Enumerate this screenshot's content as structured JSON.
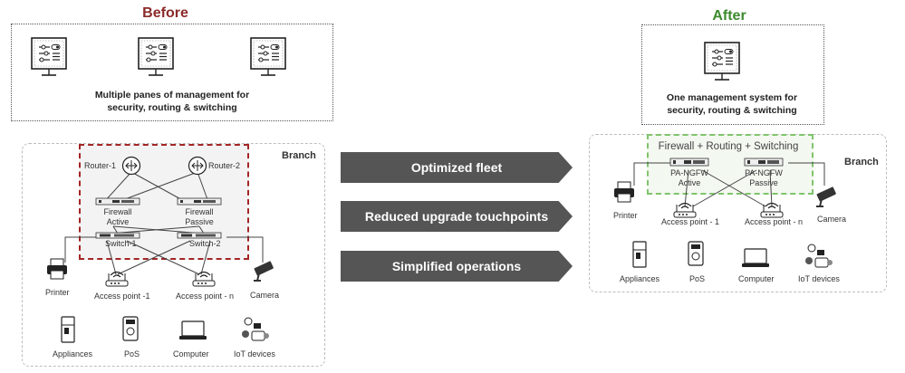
{
  "before": {
    "heading": "Before",
    "management_text_line1": "Multiple panes of management for",
    "management_text_line2": "security, routing & switching",
    "branch_label": "Branch",
    "router1": "Router-1",
    "router2": "Router-2",
    "fw1_line1": "Firewall",
    "fw1_line2": "Active",
    "fw2_line1": "Firewall",
    "fw2_line2": "Passive",
    "switch1": "Switch-1",
    "switch2": "Switch-2",
    "printer": "Printer",
    "camera": "Camera",
    "ap1": "Access point -1",
    "apn": "Access point - n",
    "appliances": "Appliances",
    "pos": "PoS",
    "computer": "Computer",
    "iot": "IoT devices"
  },
  "arrows": [
    "Optimized fleet",
    "Reduced upgrade touchpoints",
    "Simplified operations"
  ],
  "after": {
    "heading": "After",
    "management_text_line1": "One management system for",
    "management_text_line2": "security, routing & switching",
    "branch_label": "Branch",
    "combined_title": "Firewall + Routing + Switching",
    "ngfw1_line1": "PA-NGFW",
    "ngfw1_line2": "Active",
    "ngfw2_line1": "PA-NGFW",
    "ngfw2_line2": "Passive",
    "printer": "Printer",
    "camera": "Camera",
    "ap1": "Access point - 1",
    "apn": "Access point - n",
    "appliances": "Appliances",
    "pos": "PoS",
    "computer": "Computer",
    "iot": "IoT devices"
  },
  "colors": {
    "before_heading": "#8b2a2a",
    "after_heading": "#3c8a2e",
    "control_box_border": "#a32525",
    "after_box_border": "#7fc46b",
    "arrow_fill": "#555555"
  },
  "icons": [
    "monitor-icon",
    "router-icon",
    "firewall-icon",
    "switch-icon",
    "printer-icon",
    "camera-icon",
    "access-point-icon",
    "appliance-icon",
    "pos-icon",
    "laptop-icon",
    "iot-icon"
  ]
}
